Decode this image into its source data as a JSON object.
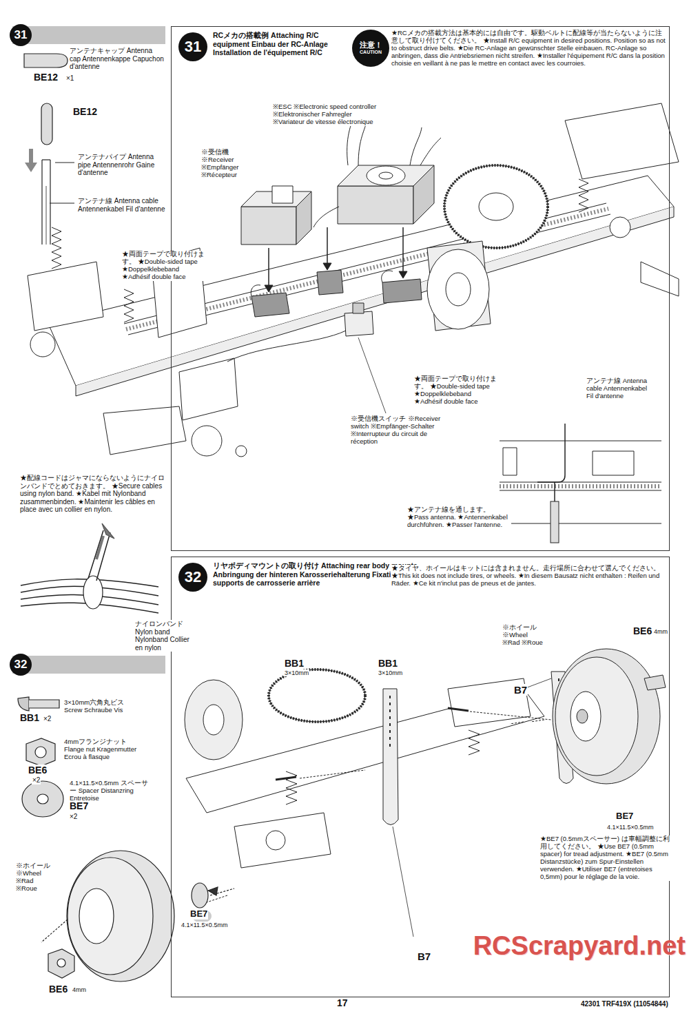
{
  "diagram": {
    "nodes": [
      {
        "text": [
          "31"
        ]
      },
      {
        "text": [
          "RCメカの搭載例 Attaching R/C equipment Einbau der RC-Anlage Installation de l'équipement R/C"
        ]
      },
      {
        "text": [
          "31"
        ],
        "in": 1
      },
      {
        "text": [
          "注意！",
          "CAUTION"
        ],
        "in": 1
      },
      {
        "text": [
          "32"
        ]
      },
      {
        "text": [
          "リヤボディマウントの取り付け Attaching rear body mounts Anbringung der hinteren Karosseriehalterung Fixation des supports de carrosserie arrière"
        ]
      },
      {
        "text": [
          "32"
        ],
        "in": 5
      }
    ],
    "labels": [
      "アンテナキャップ Antenna cap Antennenkappe Capuchon d'antenne",
      "BE12",
      "×1",
      "BE12",
      "アンテナパイプ Antenna pipe Antennenrohr Gaine d'antenne",
      "アンテナ線 Antenna cable Antennenkabel Fil d'antenne",
      "★RCメカの搭載方法は基本的には自由です。駆動ベルトに配線等が当たらないように注意して取り付けてください。 ★Install R/C equipment in desired positions. Position so as not to obstruct drive belts. ★Die RC-Anlage an gewünschter Stelle einbauen. RC-Anlage so anbringen, dass die Antriebsriemen nicht streifen. ★Installer l'équipement R/C dans la position choisie en veillant à ne pas le mettre en contact avec les courroies.",
      "※ESC ※Electronic speed controller ※Elektronischer Fahrregler ※Variateur de vitesse électronique",
      "※受信機 ※Receiver ※Empfänger ※Récepteur",
      "★両面テープで取り付けます。 ★Double-sided tape ★Doppelklebeband ★Adhésif double face",
      "★両面テープで取り付けます。 ★Double-sided tape ★Doppelklebeband ★Adhésif double face",
      "※受信機スイッチ ※Receiver switch ※Empfänger-Schalter ※Interrupteur du circuit de réception",
      "アンテナ線 Antenna cable Antennenkabel Fil d'antenne",
      "★アンテナ線を通します。 ★Pass antenna. ★Antennenkabel durchführen. ★Passer l'antenne.",
      "★配線コードはジャマにならないようにナイロンバンドでとめておきます。 ★Secure cables using nylon band. ★Kabel mit Nylonband zusammenbinden. ★Maintenir les câbles en place avec un collier en nylon.",
      "ナイロンバンド Nylon band Nylonband Collier en nylon",
      "3×10mm六角丸ビス Screw Schraube Vis",
      "BB1",
      "×2",
      "4mmフランジナット Flange nut Kragenmutter Ecrou à flasque",
      "BE6",
      "×2",
      "4.1×11.5×0.5mm スペーサー Spacer Distanzring Entretoise",
      "BE7",
      "×2",
      "※ホイール ※Wheel ※Rad ※Roue",
      "BE7",
      "4.1×11.5×0.5mm",
      "BE6",
      "4mm",
      "★タイヤ、ホイールはキットには含まれません。走行場所に合わせて選んでください。 ★This kit does not include tires, or wheels. ★In diesem Bausatz nicht enthalten : Reifen und Räder. ★Ce kit n'inclut pas de pneus et de jantes.",
      "※ホイール ※Wheel ※Rad ※Roue",
      "BE6",
      "4mm",
      "BB1",
      "3×10mm",
      "BB1",
      "3×10mm",
      "B7",
      "BE7",
      "4.1×11.5×0.5mm",
      "★BE7 (0.5mmスペーサー) は車幅調整に利用してください。 ★Use BE7 (0.5mm spacer) for tread adjustment. ★BE7 (0.5mm Distanzstücke) zum Spur-Einstellen verwenden. ★Utiliser BE7 (entretoises 0,5mm) pour le réglage de la voie.",
      "B7",
      "RCScrapyard.net",
      "17",
      "42301 TRF419X (11054844)"
    ]
  }
}
